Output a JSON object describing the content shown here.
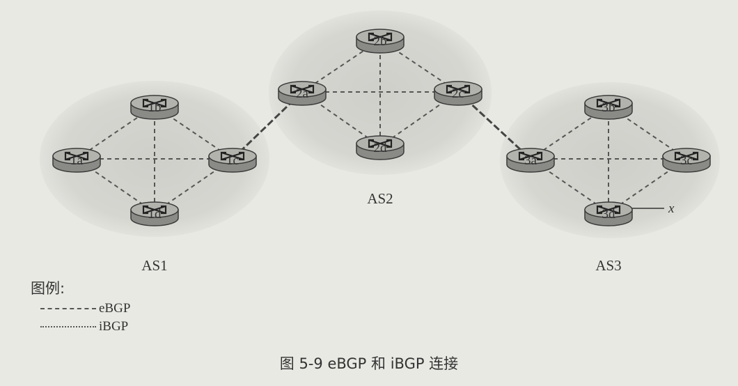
{
  "autonomous_systems": [
    {
      "label": "AS1",
      "routers": [
        "1a",
        "1b",
        "1c",
        "1d"
      ]
    },
    {
      "label": "AS2",
      "routers": [
        "2a",
        "2b",
        "2c",
        "2d"
      ]
    },
    {
      "label": "AS3",
      "routers": [
        "3a",
        "3b",
        "3c",
        "3d"
      ]
    }
  ],
  "external_host": "x",
  "links": {
    "ebgp": [
      [
        "1c",
        "2a"
      ],
      [
        "2c",
        "3a"
      ]
    ],
    "ibgp": [
      [
        "1a",
        "1b"
      ],
      [
        "1a",
        "1c"
      ],
      [
        "1a",
        "1d"
      ],
      [
        "1b",
        "1c"
      ],
      [
        "1b",
        "1d"
      ],
      [
        "1c",
        "1d"
      ],
      [
        "2a",
        "2b"
      ],
      [
        "2a",
        "2c"
      ],
      [
        "2a",
        "2d"
      ],
      [
        "2b",
        "2c"
      ],
      [
        "2b",
        "2d"
      ],
      [
        "2c",
        "2d"
      ],
      [
        "3a",
        "3b"
      ],
      [
        "3a",
        "3c"
      ],
      [
        "3a",
        "3d"
      ],
      [
        "3b",
        "3c"
      ],
      [
        "3b",
        "3d"
      ],
      [
        "3c",
        "3d"
      ]
    ]
  },
  "legend": {
    "title": "图例:",
    "items": [
      {
        "type": "ebgp",
        "label": "eBGP"
      },
      {
        "type": "ibgp",
        "label": "iBGP"
      }
    ]
  },
  "caption": "图 5-9    eBGP 和 iBGP 连接"
}
